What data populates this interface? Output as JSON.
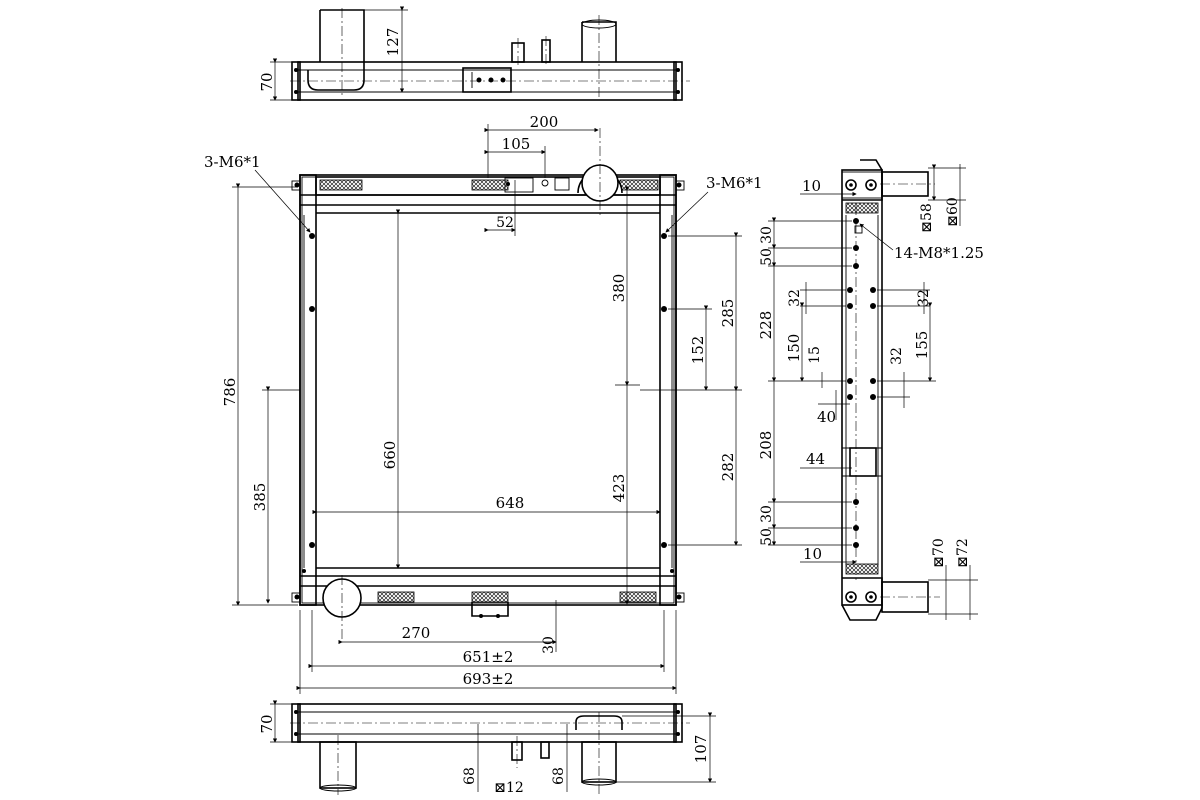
{
  "top_view": {
    "dim_height": "70",
    "dim_pipe": "127"
  },
  "front_view": {
    "label_left_thread": "3-M6*1",
    "label_right_thread": "3-M6*1",
    "dim_200": "200",
    "dim_105": "105",
    "dim_52": "52",
    "dim_786": "786",
    "dim_660": "660",
    "dim_385": "385",
    "dim_648": "648",
    "dim_380": "380",
    "dim_423": "423",
    "dim_285": "285",
    "dim_152": "152",
    "dim_282": "282",
    "dim_270": "270",
    "dim_30": "30",
    "dim_651": "651±2",
    "dim_693": "693±2"
  },
  "side_view": {
    "dim_10_top": "10",
    "dim_58": "⊠58",
    "dim_60": "⊠60",
    "label_thread": "14-M8*1.25",
    "dim_30_top": "30",
    "dim_50_top": "50",
    "dim_32_left": "32",
    "dim_32_right": "32",
    "dim_228": "228",
    "dim_150": "150",
    "dim_15": "15",
    "dim_32_mid": "32",
    "dim_155": "155",
    "dim_40": "40",
    "dim_208": "208",
    "dim_44": "44",
    "dim_30_bot": "30",
    "dim_50_bot": "50",
    "dim_10_bot": "10",
    "dim_70": "⊠70",
    "dim_72": "⊠72"
  },
  "bottom_view": {
    "dim_height": "70",
    "dim_107": "107",
    "dim_68_left": "68",
    "dim_12": "⊠12",
    "dim_68_right": "68"
  }
}
